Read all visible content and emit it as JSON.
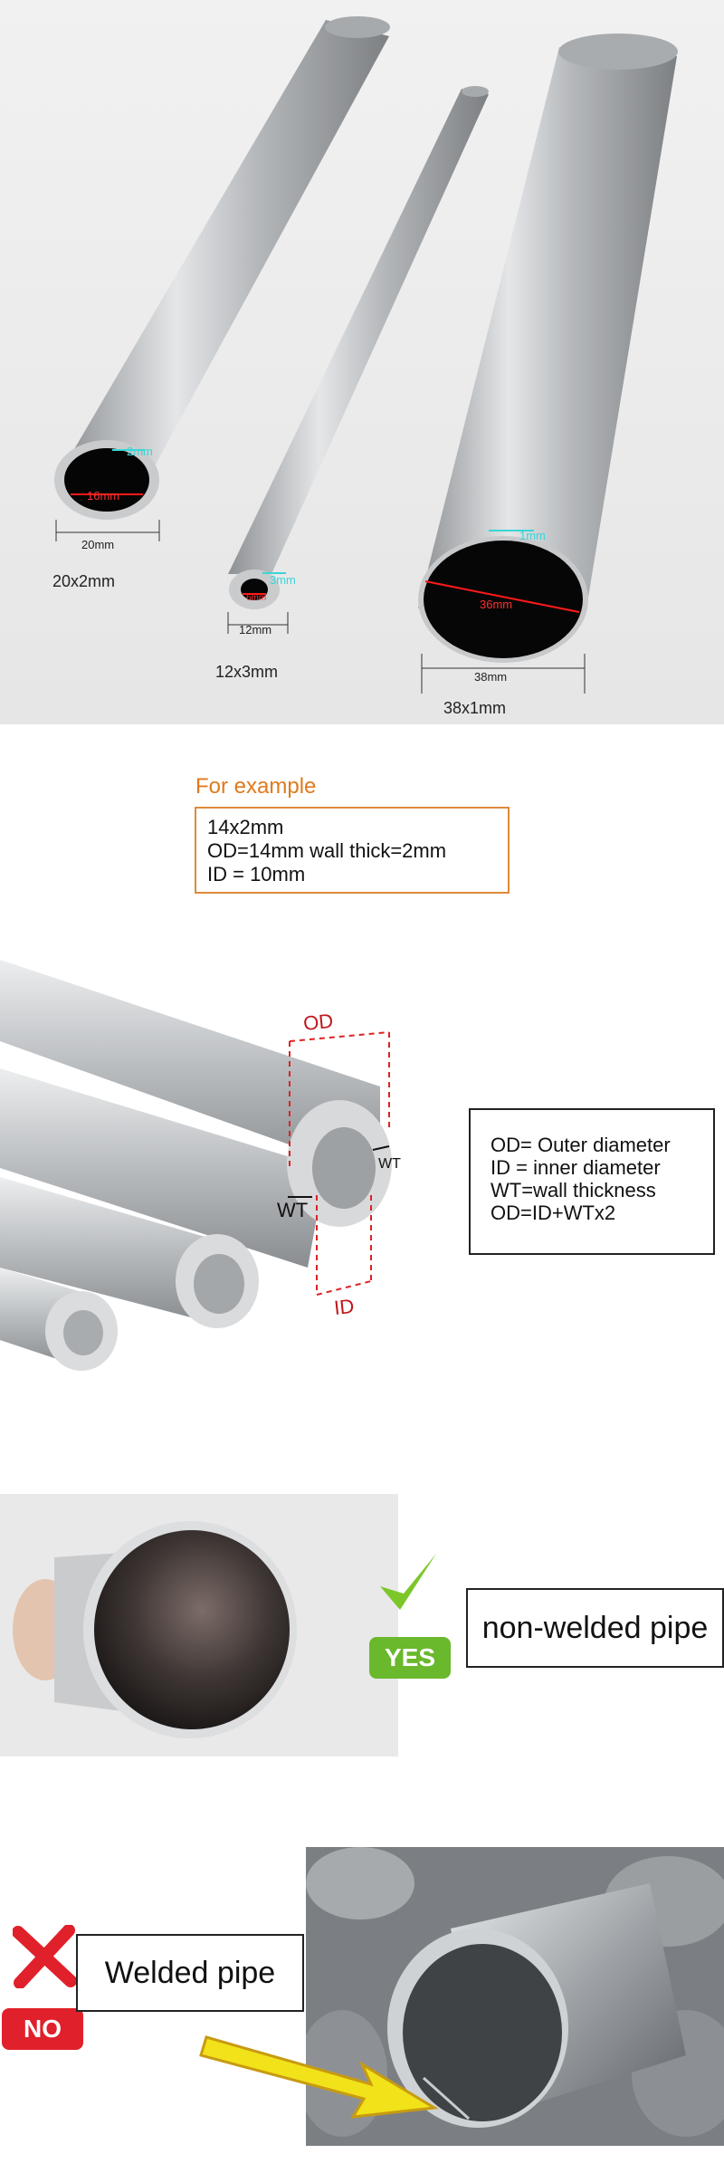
{
  "photo_top": {
    "labels": {
      "pipe1_wall": "2mm",
      "pipe1_id": "16mm",
      "pipe1_od": "20mm",
      "pipe1_name": "20x2mm",
      "pipe2_wall": "3mm",
      "pipe2_id": "6mm",
      "pipe2_od": "12mm",
      "pipe2_name": "12x3mm",
      "pipe3_wall": "1mm",
      "pipe3_id": "36mm",
      "pipe3_od": "38mm",
      "pipe3_name": "38x1mm"
    }
  },
  "example": {
    "title": "For example",
    "lines": [
      "14x2mm",
      "OD=14mm wall thick=2mm",
      "ID = 10mm"
    ]
  },
  "diagram": {
    "od_label": "OD",
    "id_label": "ID",
    "wt_label_1": "WT",
    "wt_label_2": "WT",
    "legend": [
      "OD= Outer diameter",
      "ID = inner diameter",
      "WT=wall thickness",
      "OD=ID+WTx2"
    ]
  },
  "yes_section": {
    "badge": "YES",
    "caption": "non-welded pipe",
    "colors": {
      "check": "#7cc62a",
      "badge": "#6ab82c"
    }
  },
  "no_section": {
    "badge": "NO",
    "caption": "Welded pipe",
    "colors": {
      "cross": "#e0202a",
      "badge": "#e0202a",
      "arrow": "#f2e21a"
    }
  }
}
